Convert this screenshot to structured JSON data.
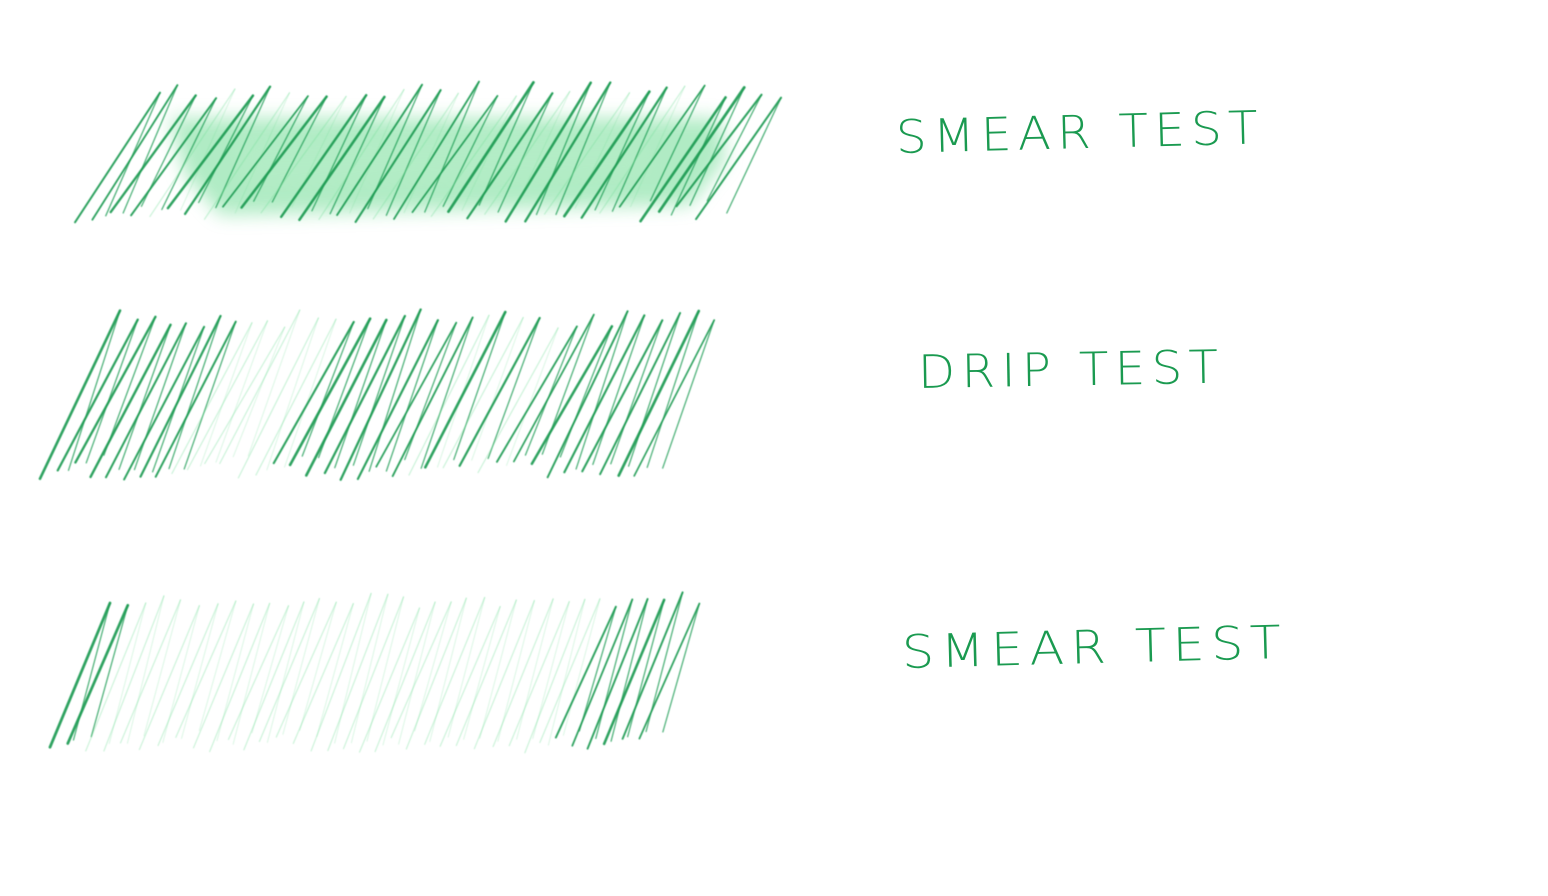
{
  "ink_color": "#1a9a50",
  "ink_light": "#6fdc94",
  "ink_wash": "#b9f0c9",
  "paper_color": "#ffffff",
  "labels": {
    "top": "SMEAR TEST",
    "middle": "DRIP TEST",
    "bottom": "SMEAR TEST"
  }
}
